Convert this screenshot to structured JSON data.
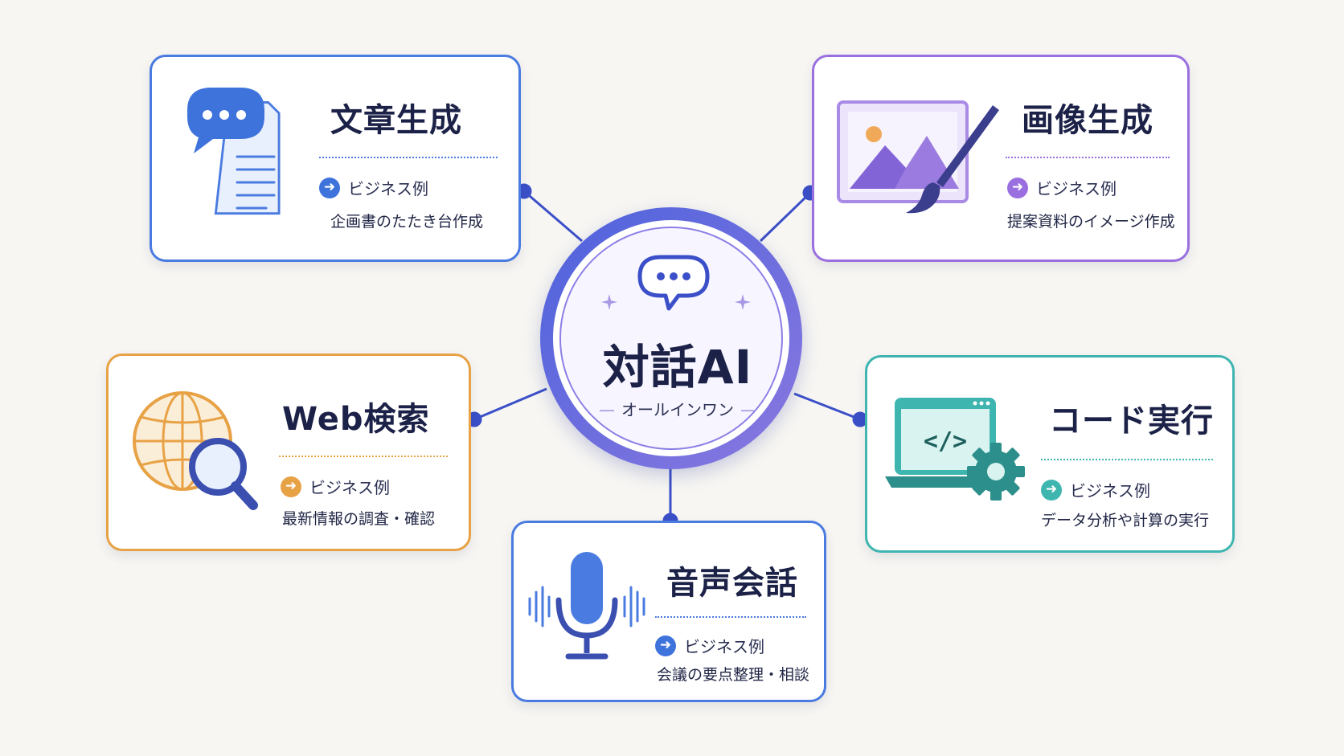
{
  "center": {
    "title": "対話AI",
    "subtitle": "オールインワン"
  },
  "cards": {
    "text_gen": {
      "title": "文章生成",
      "example_label": "ビジネス例",
      "example": "企画書のたたき台作成",
      "accent": "#4a7be0"
    },
    "image_gen": {
      "title": "画像生成",
      "example_label": "ビジネス例",
      "example": "提案資料のイメージ作成",
      "accent": "#9a6fe0"
    },
    "web_search": {
      "title": "Web検索",
      "example_label": "ビジネス例",
      "example": "最新情報の調査・確認",
      "accent": "#e8a246"
    },
    "code_exec": {
      "title": "コード実行",
      "example_label": "ビジネス例",
      "example": "データ分析や計算の実行",
      "accent": "#3fb5b0"
    },
    "voice": {
      "title": "音声会話",
      "example_label": "ビジネス例",
      "example": "会議の要点整理・相談",
      "accent": "#4a7be0"
    }
  },
  "icons": [
    "chat-bubble-icon",
    "document-icon",
    "picture-icon",
    "paintbrush-icon",
    "globe-icon",
    "magnifier-icon",
    "laptop-code-icon",
    "gear-icon",
    "microphone-icon",
    "sound-wave-icon",
    "sparkle-icon",
    "arrow-right-icon"
  ],
  "colors": {
    "connector": "#3b4fc8",
    "hub_gradient_start": "#4d63dc",
    "hub_gradient_end": "#8a78e0",
    "text_dark": "#1c2147"
  }
}
